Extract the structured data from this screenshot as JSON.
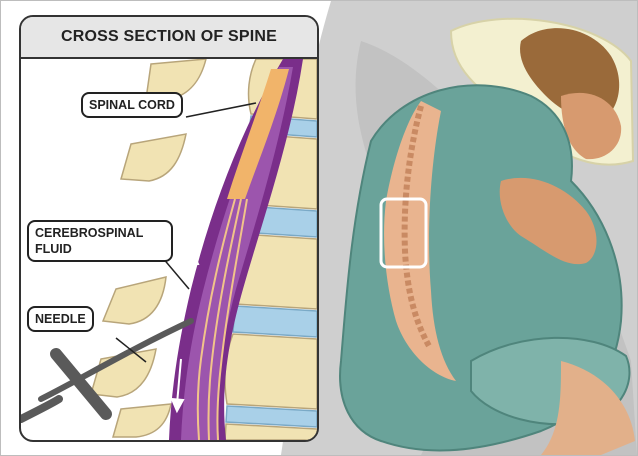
{
  "inset": {
    "title": "CROSS SECTION OF SPINE",
    "labels": {
      "spinal_cord": "SPINAL CORD",
      "cerebrospinal_fluid": "CEREBROSPINAL\nFLUID",
      "needle": "NEEDLE"
    }
  },
  "colors": {
    "background_gray": "#cfcfcf",
    "gown_teal": "#6aa39a",
    "skin": "#d79a6f",
    "hair": "#9a6a3a",
    "pillow": "#f3f0d0",
    "vertebra": "#f1e3b3",
    "disc_blue": "#a9d0e8",
    "dura_purple": "#7a2e8a",
    "cord_orange": "#f1b46a",
    "needle_gray": "#5a5a5a"
  }
}
